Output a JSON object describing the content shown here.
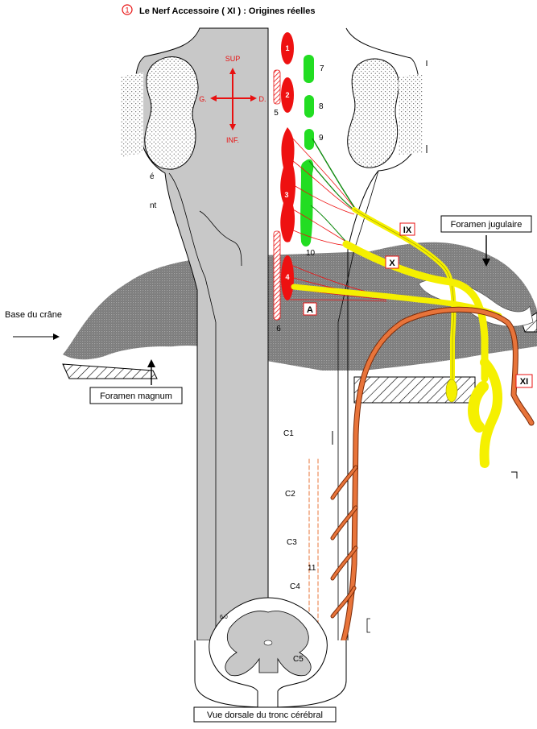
{
  "title": {
    "number": "1",
    "text": "Le  Nerf  Accessoire ( XI ) :  Origines réelles"
  },
  "orientation": {
    "sup": "SUP",
    "inf": "INF.",
    "left": "G.",
    "right": "D."
  },
  "nuclei": {
    "n1": "1",
    "n2": "2",
    "n3": "3",
    "n4": "4",
    "n5": "5",
    "n6": "6",
    "n7": "7",
    "n8": "8",
    "n9": "9",
    "n10": "10",
    "n11": "11"
  },
  "nerves": {
    "ix": "IX",
    "x": "X",
    "xi": "XI",
    "a": "A"
  },
  "labels": {
    "foramen_jugulaire": "Foramen jugulaire",
    "base_crane": "Base du crâne",
    "foramen_magnum": "Foramen magnum",
    "vue_dorsale": "Vue dorsale du tronc cérébral",
    "cut_left_1": "é",
    "cut_left_2": "nt"
  },
  "segments": [
    "C1",
    "C2",
    "C3",
    "C4",
    "C5"
  ],
  "misc": {
    "small_label": "6.0"
  },
  "colors": {
    "red": "#ee1111",
    "green": "#22dd22",
    "yellow": "#f5f000",
    "orange": "#e8743a",
    "grey": "#c8c8c8",
    "dark_grey": "#7a7a7a"
  }
}
